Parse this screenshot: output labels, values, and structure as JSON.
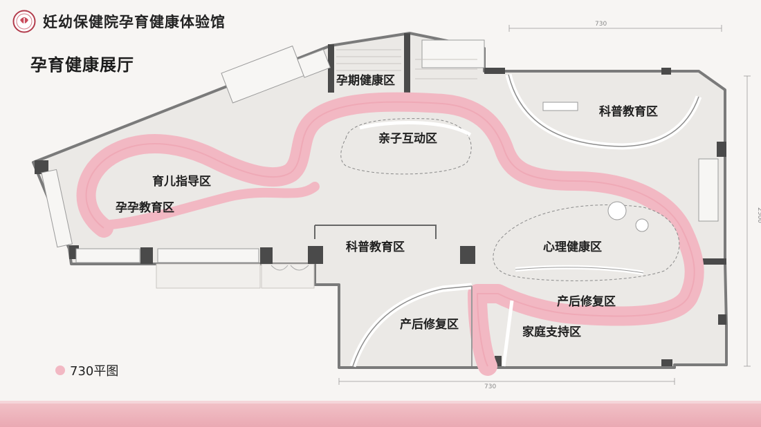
{
  "header": {
    "brand": "妊幼保健院孕育健康体验馆"
  },
  "page": {
    "title": "孕育健康展厅"
  },
  "legend": {
    "label": "730平图"
  },
  "dimensions": {
    "top": "730",
    "bottom": "730",
    "right": "2500"
  },
  "zones": {
    "pregnancy_health": "孕期健康区",
    "science_edu_top": "科普教育区",
    "parent_child": "亲子互动区",
    "parenting_guide": "育儿指导区",
    "preconception": "孕孕教育区",
    "science_edu_center": "科普教育区",
    "mental_health": "心理健康区",
    "postpartum_path": "产后修复区",
    "postpartum_room": "产后修复区",
    "family_support": "家庭支持区"
  },
  "colors": {
    "accent": "#f2b8c3",
    "path": "#f2b8c3",
    "wall": "#4a4a4a",
    "floor": "#ebe9e6"
  }
}
